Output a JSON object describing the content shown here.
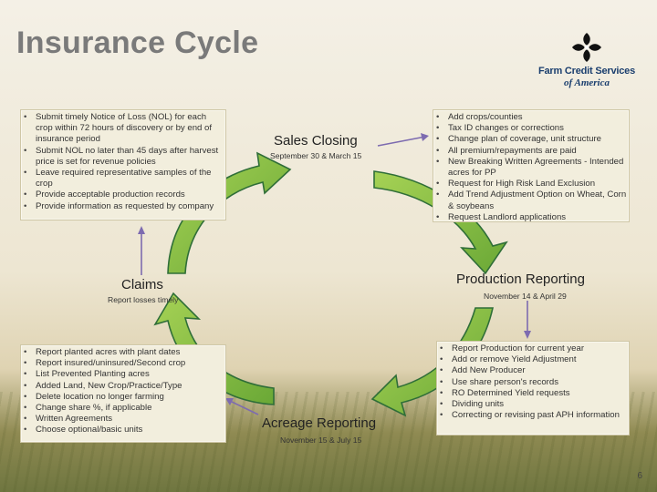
{
  "title": "Insurance Cycle",
  "logo": {
    "line1": "Farm Credit Services",
    "line2": "of America",
    "icon": "farm-credit-logo-icon"
  },
  "stages": {
    "sales_closing": {
      "title": "Sales Closing",
      "dates": "September 30 & March 15"
    },
    "production_reporting": {
      "title": "Production Reporting",
      "dates": "November 14 & April 29"
    },
    "acreage_reporting": {
      "title": "Acreage Reporting",
      "dates": "November 15 & July 15"
    },
    "claims": {
      "title": "Claims",
      "dates": "Report losses timely"
    }
  },
  "boxes": {
    "claims_top": [
      "Submit timely Notice of Loss (NOL) for each crop within 72 hours of discovery or by end of insurance period",
      "Submit NOL no later than 45 days after harvest price is set for revenue policies",
      "Leave required representative samples of the crop",
      "Provide acceptable production records",
      "Provide information as requested by company"
    ],
    "sales_right": [
      "Add crops/counties",
      "Tax ID changes or corrections",
      "Change plan of coverage, unit structure",
      "All premium/repayments are paid",
      "New Breaking Written Agreements - Intended acres for PP",
      "Request for High Risk Land Exclusion",
      "Add Trend Adjustment Option on Wheat, Corn & soybeans",
      "Request Landlord applications"
    ],
    "acreage_left": [
      "Report planted acres with plant dates",
      "Report insured/uninsured/Second crop",
      "List Prevented Planting acres",
      "Added Land, New Crop/Practice/Type",
      "Delete location no longer farming",
      "Change share %, if applicable",
      "Written Agreements",
      "Choose optional/basic units"
    ],
    "production_right": [
      "Report Production for current year",
      "Add or remove Yield Adjustment",
      "Add New Producer",
      "Use share person's records",
      "RO Determined Yield requests",
      "Dividing units",
      "Correcting or revising past APH information"
    ]
  },
  "colors": {
    "arrow_fill": "#86bf3c",
    "arrow_stroke": "#2f6e38",
    "title": "#7a7a7a"
  },
  "page_number": "6"
}
